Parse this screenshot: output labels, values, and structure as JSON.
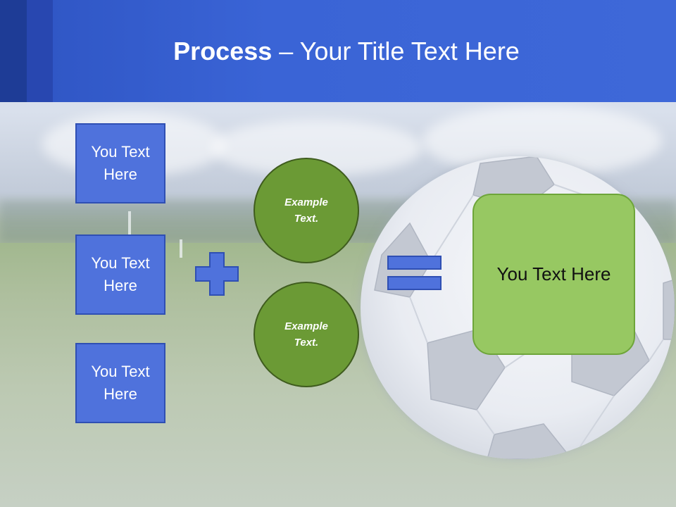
{
  "slide": {
    "title_bold": "Process",
    "title_rest": " – Your Title Text Here"
  },
  "left_boxes": [
    {
      "label": "You Text Here"
    },
    {
      "label": "You Text Here"
    },
    {
      "label": "You Text Here"
    }
  ],
  "circles": [
    {
      "label": "Example Text."
    },
    {
      "label": "Example Text."
    }
  ],
  "result": {
    "label": "You Text Here"
  },
  "icons": {
    "plus": "plus-icon",
    "equals": "equals-icon"
  },
  "colors": {
    "header_blue": "#3a64d6",
    "box_blue": "#4f72dc",
    "circle_green": "#6b9a35",
    "result_green": "#97c862"
  }
}
